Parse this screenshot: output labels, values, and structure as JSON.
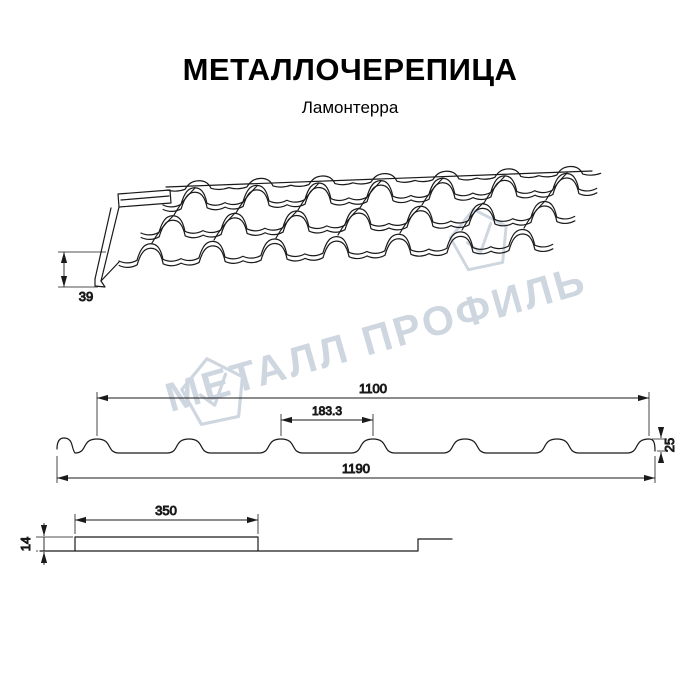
{
  "header": {
    "title": "МЕТАЛЛОЧЕРЕПИЦА",
    "subtitle": "Ламонтерра"
  },
  "watermark": {
    "text": "МЕТАЛЛ ПРОФИЛЬ"
  },
  "perspective_view": {
    "dim_eaves_height": "39"
  },
  "cross_section": {
    "dim_cover_width": "1100",
    "dim_wave_pitch": "183.3",
    "dim_profile_height": "25",
    "dim_full_width": "1190"
  },
  "longitudinal_section": {
    "dim_step_length": "350",
    "dim_step_height": "14"
  },
  "colors": {
    "line": "#1a1a1a",
    "watermark": "#c3ccd9"
  }
}
